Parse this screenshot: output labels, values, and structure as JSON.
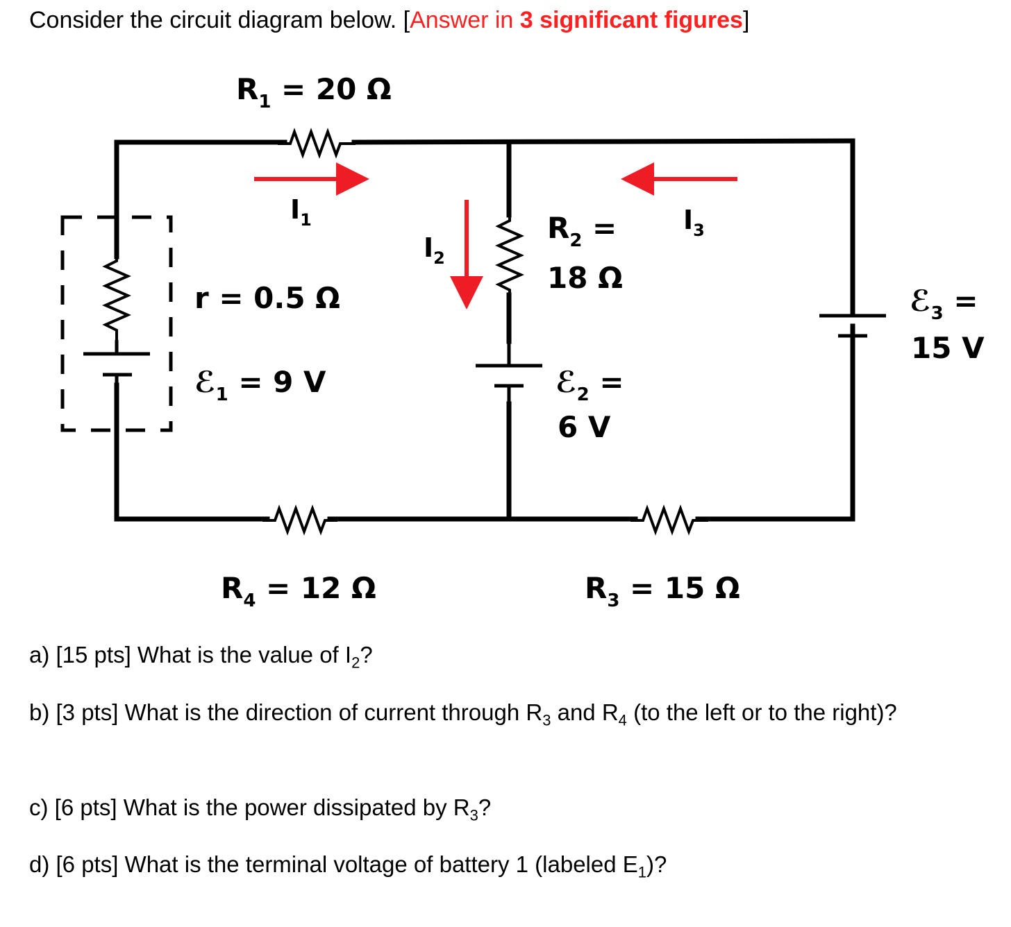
{
  "prompt": {
    "lead": "Consider the circuit diagram below.",
    "bracket_open": "[",
    "red_pre": "Answer in ",
    "red_bold": "3 significant figures",
    "bracket_close": "]"
  },
  "diagram": {
    "colors": {
      "wire": "#000000",
      "arrow": "#ee1c25",
      "text_red": "#ff2020"
    },
    "labels": {
      "r1": {
        "sym": "R",
        "sub": "1",
        "rest": " = 20 Ω"
      },
      "r2_line1": {
        "sym": "R",
        "sub": "2",
        "rest": " ="
      },
      "r2_line2": "18 Ω",
      "r3": {
        "sym": "R",
        "sub": "3",
        "rest": " = 15 Ω"
      },
      "r4": {
        "sym": "R",
        "sub": "4",
        "rest": " = 12 Ω"
      },
      "r_internal": "r = 0.5 Ω",
      "e1": {
        "sym": "ℰ",
        "sub": "1",
        "rest": " = 9 V"
      },
      "e2_line1": {
        "sym": "ℰ",
        "sub": "2",
        "rest": " ="
      },
      "e2_line2": "6 V",
      "e3_line1": {
        "sym": "ℰ",
        "sub": "3",
        "rest": " ="
      },
      "e3_line2": "15 V",
      "i1": {
        "sym": "I",
        "sub": "1"
      },
      "i2": {
        "sym": "I",
        "sub": "2"
      },
      "i3": {
        "sym": "I",
        "sub": "3"
      }
    }
  },
  "questions": {
    "a": {
      "pre": "a)  [15 pts] What is the value of I",
      "sub": "2",
      "post": "?"
    },
    "b": {
      "pre": "b)  [3 pts] What is the direction of current through R",
      "sub1": "3",
      "mid": " and R",
      "sub2": "4",
      "post": " (to the left or to the right)?"
    },
    "c": {
      "pre": "c)  [6 pts] What is the power dissipated by R",
      "sub": "3",
      "post": "?"
    },
    "d": {
      "pre": "d)  [6 pts] What is the terminal voltage of battery 1 (labeled E",
      "sub": "1",
      "post": ")?"
    }
  }
}
